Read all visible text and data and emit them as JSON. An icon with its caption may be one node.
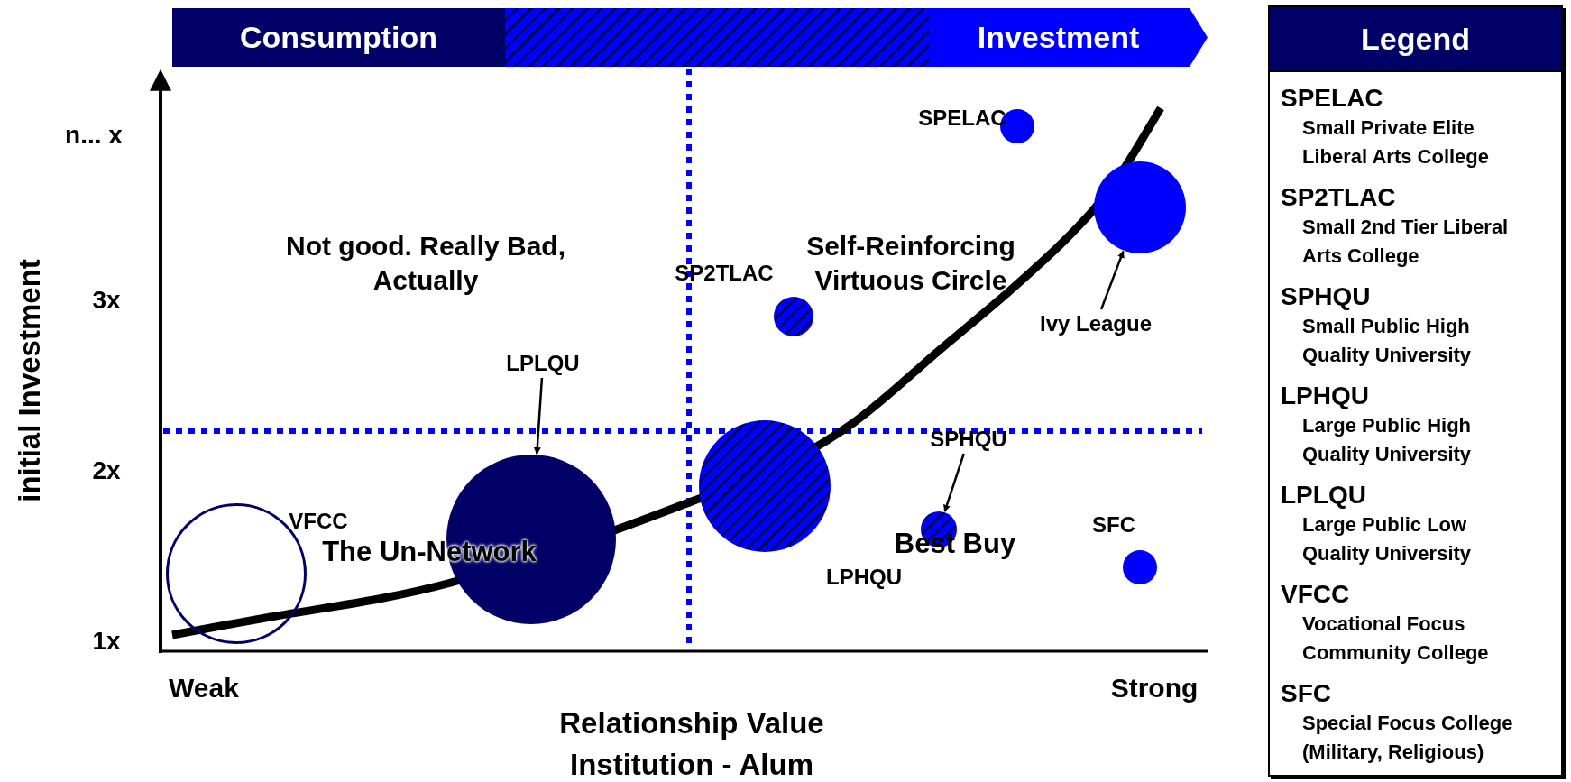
{
  "diagram": {
    "nodes": [
      {
        "text": [
          "Consumption"
        ]
      },
      {
        "text": [
          "Investment"
        ]
      },
      {
        "text": [],
        "shape": "circle",
        "beside": [
          "VFCC"
        ]
      },
      {
        "text": [
          "LPLQU"
        ]
      },
      {
        "text": [],
        "shape": "circle"
      },
      {
        "text": [],
        "shape": "circle",
        "beside": [
          "SP2TLAC"
        ]
      },
      {
        "text": [],
        "shape": "circle",
        "beside": [
          "LPHQU"
        ]
      },
      {
        "text": [],
        "shape": "circle",
        "beside": [
          "SPELAC"
        ]
      },
      {
        "text": [
          "Ivy League"
        ]
      },
      {
        "text": [],
        "shape": "circle"
      },
      {
        "text": [
          "SPHQU"
        ]
      },
      {
        "text": [],
        "shape": "circle"
      },
      {
        "text": [],
        "shape": "circle",
        "beside": [
          "SFC"
        ]
      },
      {
        "text": [
          "Legend",
          "SPELAC",
          "Small Private Elite Liberal Arts College",
          "SP2TLAC",
          "Small 2nd Tier Liberal Arts College",
          "SPHQU",
          "Small Public High Quality University",
          "LPHQU",
          "Large Public High Quality University",
          "LPLQU",
          "Large Public Low Quality University",
          "VFCC",
          "Vocational Focus Community College",
          "SFC",
          "Special Focus College (Military, Religious)"
        ]
      },
      {
        "text": [],
        "shape": "bar"
      }
    ],
    "edges": [
      {
        "from": 3,
        "to": 4,
        "arrow": "to"
      },
      {
        "from": 8,
        "to": 9,
        "arrow": "to"
      },
      {
        "from": 10,
        "to": 11,
        "arrow": "to"
      }
    ],
    "labels": [
      "n... x",
      "3x",
      "2x",
      "1x",
      "Weak",
      "Strong",
      "Relationship Value",
      "Institution - Alum",
      "initial Investment",
      "Not good. Really Bad, Actually",
      "Self-Reinforcing Virtuous Circle",
      "The Un-Network",
      "Best Buy"
    ]
  }
}
